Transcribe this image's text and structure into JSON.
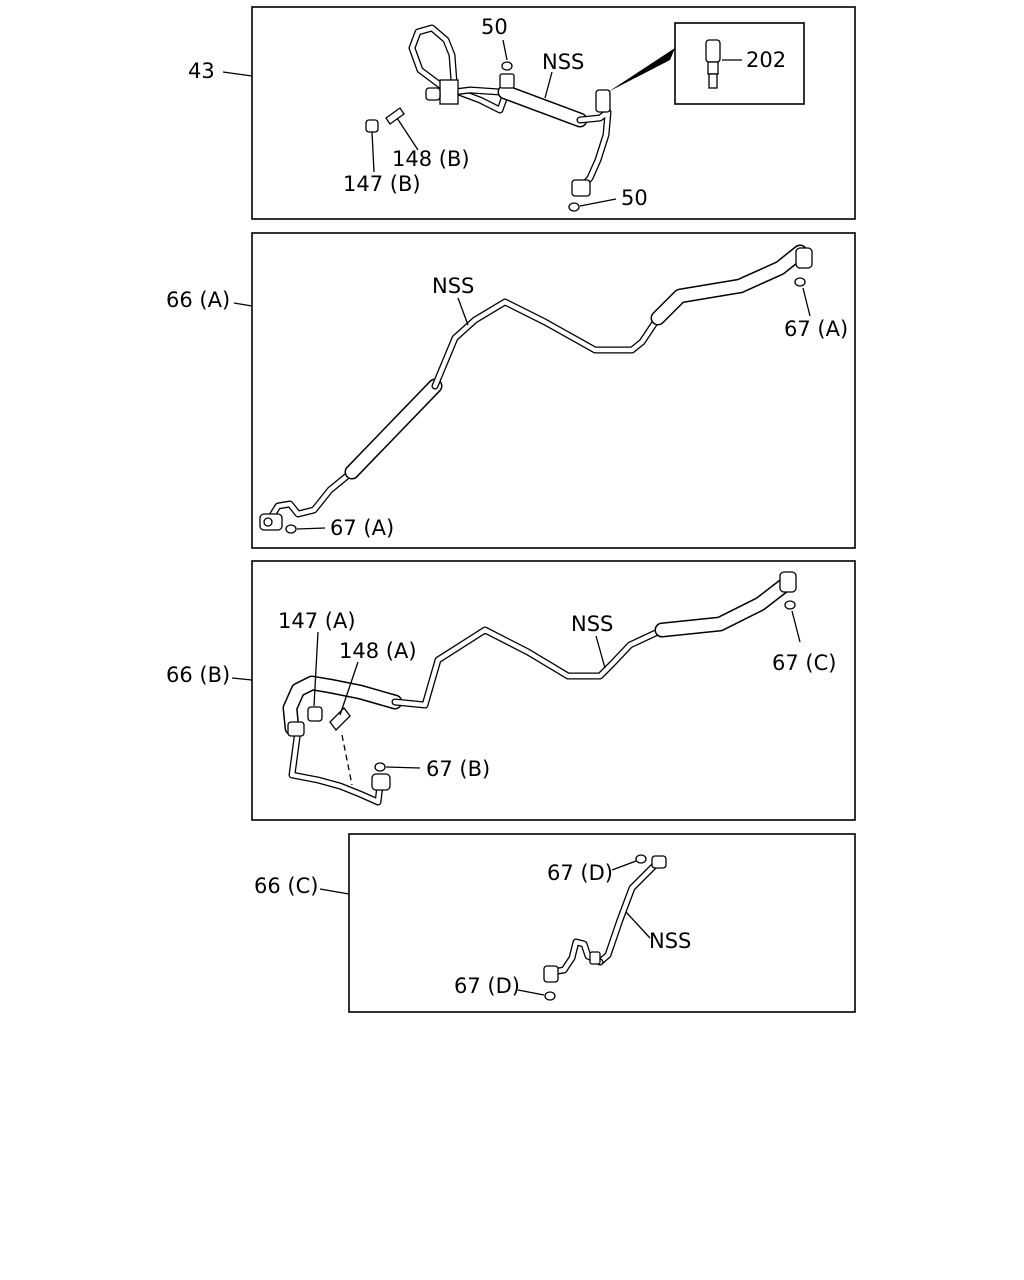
{
  "panels": [
    {
      "id": "panel-43",
      "callout": "43",
      "labels": {
        "o_ring_top": "50",
        "nss": "NSS",
        "switch": "202",
        "valve_core": "148 (B)",
        "cap": "147 (B)",
        "o_ring_bottom": "50"
      }
    },
    {
      "id": "panel-66a",
      "callout": "66 (A)",
      "labels": {
        "nss": "NSS",
        "o_ring_right": "67 (A)",
        "o_ring_left": "67 (A)"
      }
    },
    {
      "id": "panel-66b",
      "callout": "66 (B)",
      "labels": {
        "cap": "147 (A)",
        "valve_core": "148 (A)",
        "nss": "NSS",
        "o_ring_right": "67 (C)",
        "o_ring_bottom": "67 (B)"
      }
    },
    {
      "id": "panel-66c",
      "callout": "66 (C)",
      "labels": {
        "o_ring_top": "67 (D)",
        "nss": "NSS",
        "o_ring_bottom": "67 (D)"
      }
    }
  ]
}
